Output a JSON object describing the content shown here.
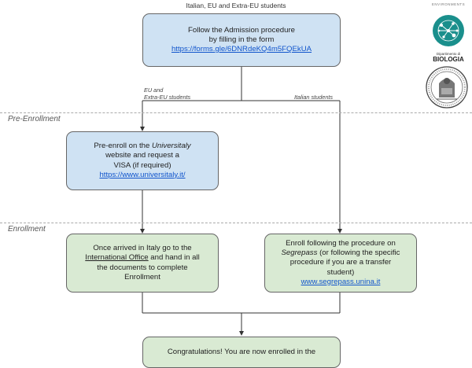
{
  "top_label": "Italian, EU and Extra-EU students",
  "admission": {
    "line1": "Follow the Admission procedure",
    "line2": "by filling in the form",
    "link": "https://forms.gle/6DNRdeKQ4m5FQEkUA"
  },
  "labels": {
    "eu_line1": "EU and",
    "eu_line2": "Extra-EU students",
    "italian": "Italian students"
  },
  "sections": {
    "pre_enrollment": "Pre-Enrollment",
    "enrollment": "Enrollment"
  },
  "preenroll": {
    "text1": "Pre-enroll on the ",
    "italic": "Universitaly",
    "line2": "website and request a",
    "line3": "VISA (if required)",
    "link": "https://www.universitaly.it/"
  },
  "international": {
    "line1": "Once arrived in Italy go to the",
    "office": "International Office",
    "after_office": " and hand in all",
    "line3": "the documents to complete",
    "line4": "Enrollment"
  },
  "segrepass": {
    "line1": "Enroll following the procedure on",
    "italic": "Segrepass",
    "after_italic": " (or following the specific",
    "line3": "procedure if you are a transfer",
    "line4": "student)",
    "link": "www.segrepass.unina.it"
  },
  "final": {
    "line1": "Congratulations! You are now enrolled in the"
  },
  "logos": {
    "top_text": "ENVIRONMENTS",
    "biologia_line1": "Dipartimento di",
    "biologia_line2": "BIOLOGIA"
  },
  "colors": {
    "blue_box": "#cfe2f3",
    "green_box": "#d9ead3",
    "link": "#1155cc",
    "teal_logo": "#1a8f8c"
  }
}
